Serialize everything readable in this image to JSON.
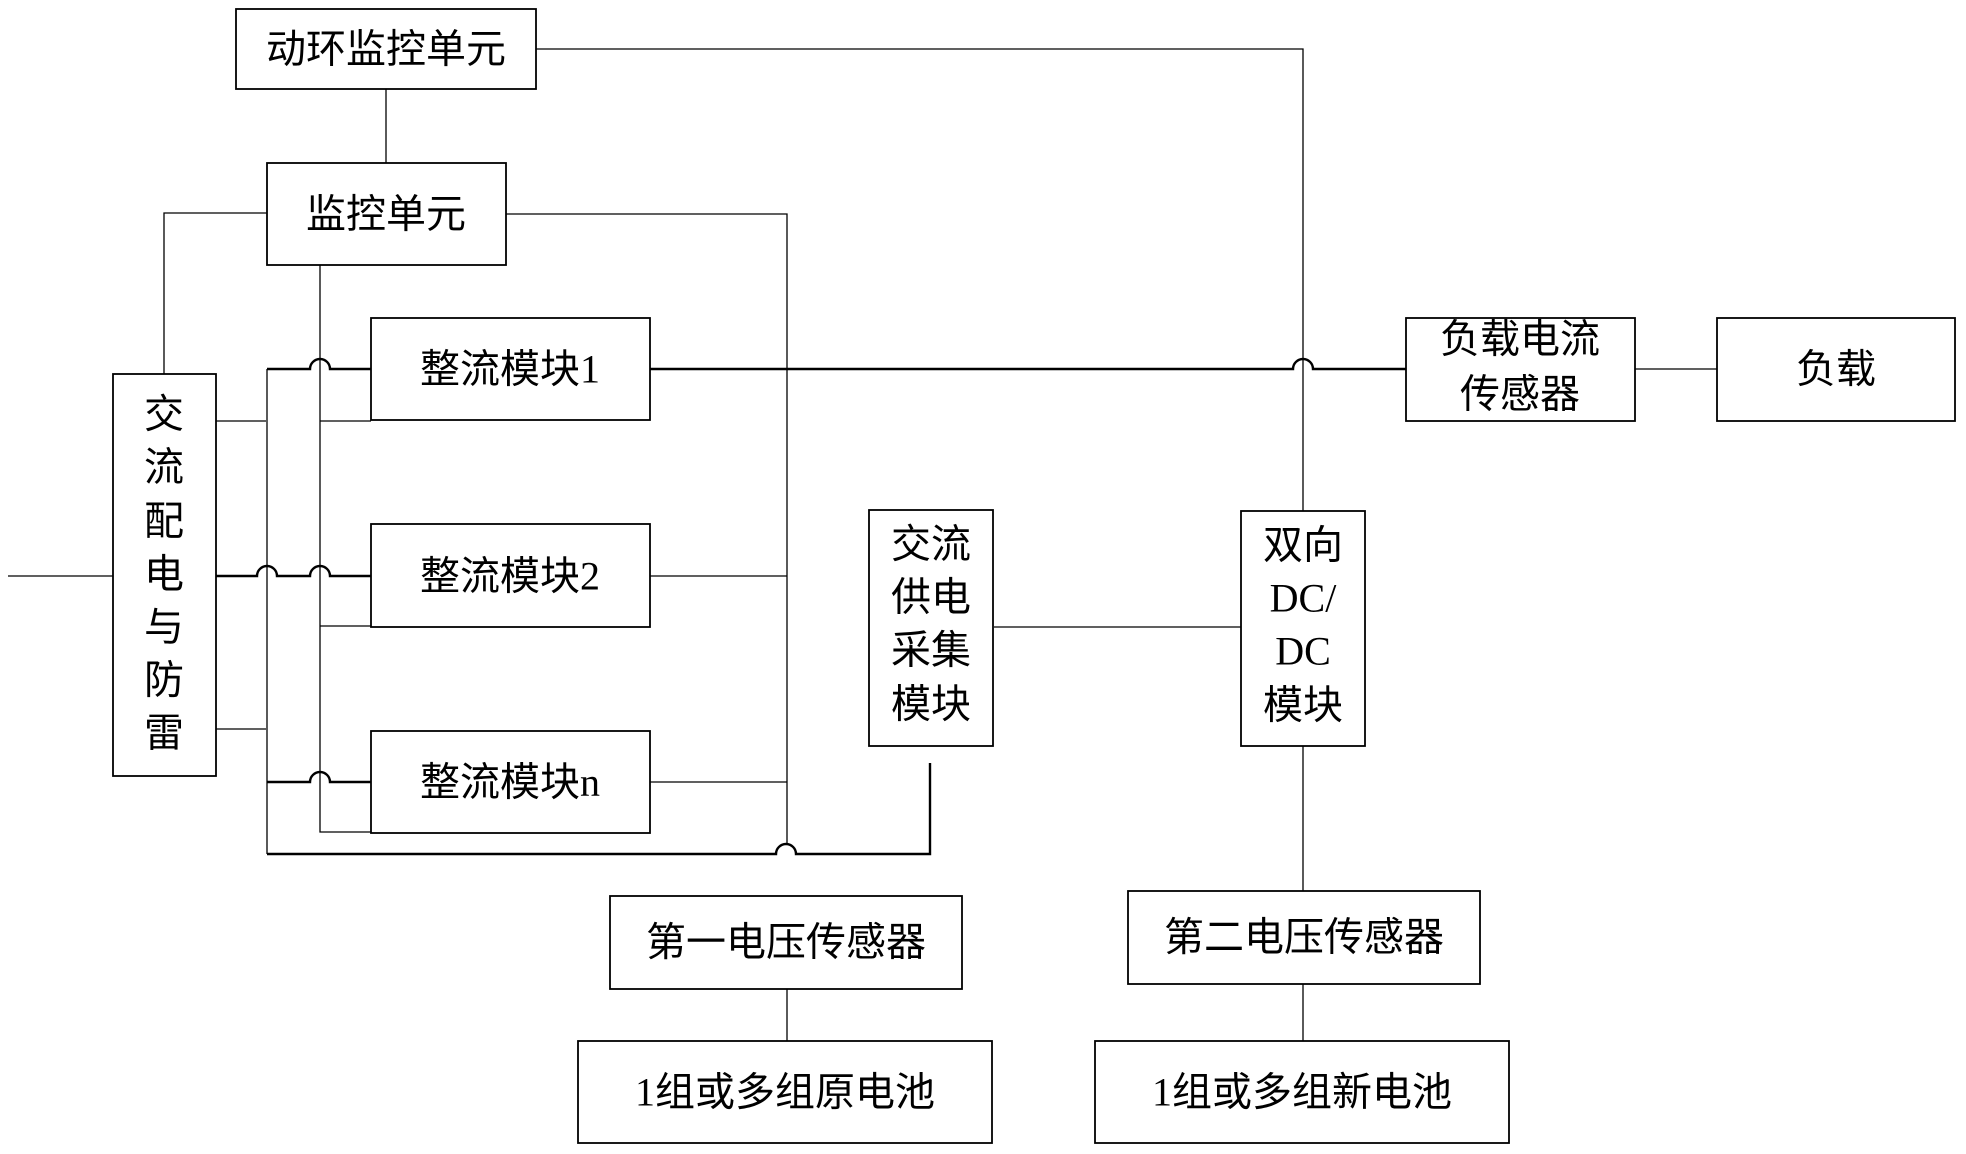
{
  "blocks": {
    "env_monitor": "动环监控单元",
    "monitor_unit": "监控单元",
    "ac_distribution": [
      "交",
      "流",
      "配",
      "电",
      "与",
      "防",
      "雷"
    ],
    "rectifier_1": "整流模块1",
    "rectifier_2": "整流模块2",
    "rectifier_n": "整流模块n",
    "ac_acquisition": [
      "交流",
      "供电",
      "采集",
      "模块"
    ],
    "bidirectional_dcdc": [
      "双向",
      "DC/",
      "DC",
      "模块"
    ],
    "load_current_sensor": [
      "负载电流",
      "传感器"
    ],
    "load": "负载",
    "voltage_sensor_1": "第一电压传感器",
    "voltage_sensor_2": "第二电压传感器",
    "battery_original": "1组或多组原电池",
    "battery_new": "1组或多组新电池"
  }
}
